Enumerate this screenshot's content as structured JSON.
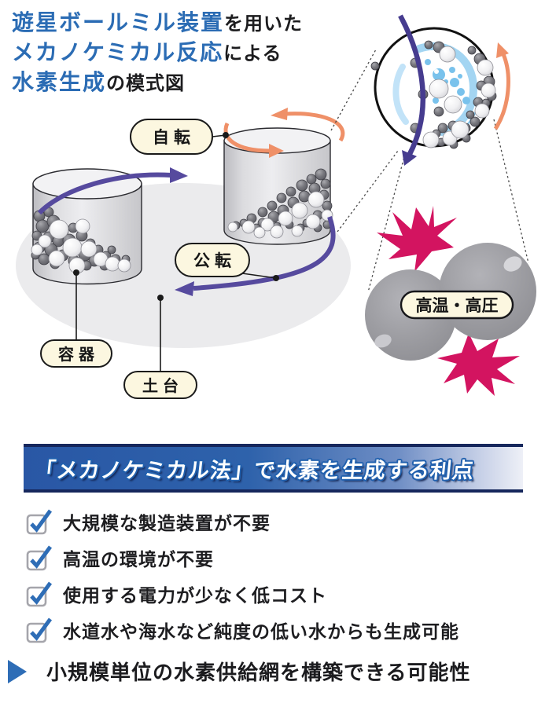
{
  "title": {
    "lines": [
      {
        "highlight": "遊星ボールミル装置",
        "rest": "を用いた"
      },
      {
        "highlight": "メカノケミカル反応",
        "rest": "による"
      },
      {
        "highlight": "水素生成",
        "rest": "の模式図"
      }
    ]
  },
  "diagram": {
    "labels": {
      "rotation": "自転",
      "revolution": "公転",
      "container": "容器",
      "base": "土台",
      "impact": "高温・高圧"
    }
  },
  "benefits": {
    "header": "「メカノケミカル法」で水素を生成する利点",
    "items": [
      "大規模な製造装置が不要",
      "高温の環境が不要",
      "使用する電力が少なく低コスト",
      "水道水や海水など純度の低い水からも生成可能"
    ],
    "conclusion": "小規模単位の水素供給網を構築できる可能性"
  },
  "colors": {
    "title_highlight_blue": "#2b6cb4",
    "header_bar_blue": "#2e62ab",
    "header_bar_navy": "#16275c",
    "check_blue": "#2e6db6",
    "rotation_arrow_orange": "#ef9068",
    "revolution_arrow_purple": "#564a9e",
    "impact_magenta": "#d31460",
    "water_splash_blue": "#9ed2f1",
    "label_pill_cream": "#fcf7e0"
  }
}
